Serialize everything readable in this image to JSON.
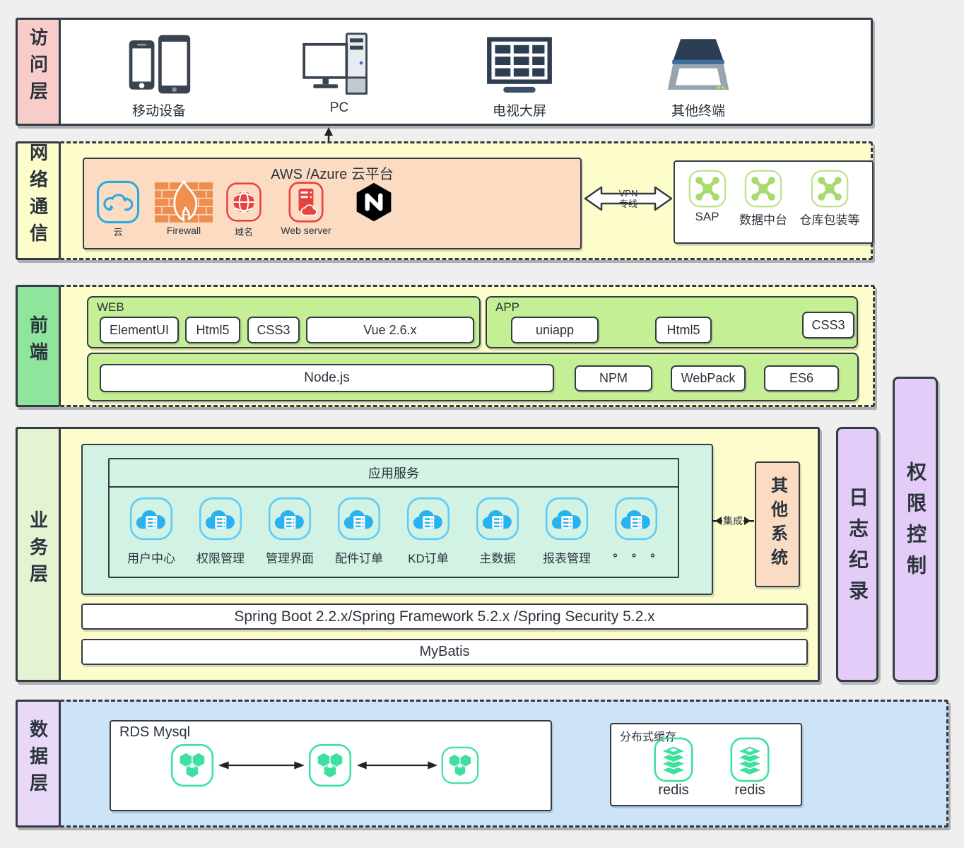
{
  "access": {
    "label": "访问层",
    "devices": [
      {
        "name": "移动设备",
        "icon": "mobile-devices-icon"
      },
      {
        "name": "PC",
        "icon": "pc-icon"
      },
      {
        "name": "电视大屏",
        "icon": "tv-screen-icon"
      },
      {
        "name": "其他终端",
        "icon": "scanner-icon"
      }
    ]
  },
  "network": {
    "label": "网络通信",
    "cloud_platform": {
      "title": "AWS /Azure 云平台",
      "items": [
        {
          "label": "云",
          "icon": "cloud-sync-icon"
        },
        {
          "label": "Firewall",
          "icon": "firewall-icon"
        },
        {
          "label": "域名",
          "icon": "globe-icon"
        },
        {
          "label": "Web server",
          "icon": "web-server-icon"
        },
        {
          "label": "",
          "icon": "nginx-icon"
        }
      ]
    },
    "vpn": {
      "line1": "VPN",
      "line2": "专线"
    },
    "external": {
      "items": [
        {
          "label": "SAP",
          "icon": "network-node-icon"
        },
        {
          "label": "数据中台",
          "icon": "network-node-icon"
        },
        {
          "label": "仓库包装等",
          "icon": "network-node-icon"
        }
      ]
    }
  },
  "frontend": {
    "label": "前端",
    "web": {
      "title": "WEB",
      "chips": [
        "ElementUI",
        "Html5",
        "CSS3",
        "Vue 2.6.x"
      ]
    },
    "app": {
      "title": "APP",
      "chips": [
        "uniapp",
        "Html5",
        "CSS3"
      ]
    },
    "tooling": {
      "node": "Node.js",
      "chips": [
        "NPM",
        "WebPack",
        "ES6"
      ]
    }
  },
  "business": {
    "label": "业务层",
    "app_services": {
      "title": "应用服务",
      "services": [
        "用户中心",
        "权限管理",
        "管理界面",
        "配件订单",
        "KD订单",
        "主数据",
        "报表管理",
        "∘ ∘ ∘"
      ]
    },
    "integration_label": "集成",
    "other_system": "其他系统",
    "spring_stack": "Spring Boot 2.2.x/Spring Framework 5.2.x /Spring Security 5.2.x",
    "orm": "MyBatis"
  },
  "sidebars": {
    "log": "日志纪录",
    "permission": "权限控制"
  },
  "data_layer": {
    "label": "数据层",
    "rds": {
      "title": "RDS Mysql",
      "node_icon": "mysql-cluster-icon"
    },
    "cache": {
      "title": "分布式缓存",
      "nodes": [
        "redis",
        "redis"
      ],
      "node_icon": "redis-icon"
    }
  },
  "colors": {
    "background": "#efefef",
    "border": "#333b44",
    "access_label_pink": "#f8cdc9",
    "network_yellow": "#fdfccb",
    "cloud_box_orange": "#fbdcc3",
    "frontend_label_green": "#8ee59b",
    "frontend_box_green": "#c5ef94",
    "business_label_green": "#e6f3d2",
    "business_yellow": "#fdfccd",
    "services_mint": "#d2f2e3",
    "sidebar_purple": "#e3ccf7",
    "data_blue": "#cde4f8",
    "data_label_purple": "#e9d9f8",
    "icon_blue": "#29b2f0",
    "icon_red": "#e8423e",
    "icon_orange": "#ed8d4f",
    "icon_hub_green": "#a8da70",
    "icon_mint_green": "#3ee0a0"
  }
}
